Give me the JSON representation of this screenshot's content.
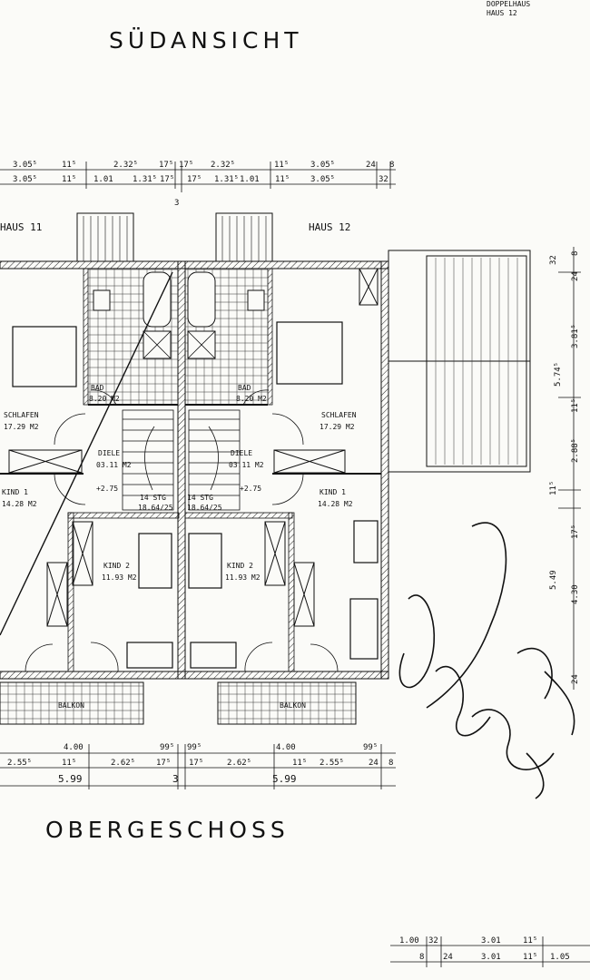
{
  "titles": {
    "elevation": "SÜDANSICHT",
    "floor": "OBERGESCHOSS"
  },
  "stamp": {
    "line1": "DOPPELHAUS",
    "line2": "HAUS 12"
  },
  "houses": {
    "left": "HAUS 11",
    "right": "HAUS 12"
  },
  "dims_top": {
    "row1": [
      "3.05⁵",
      "11⁵",
      "2.32⁵",
      "17⁵",
      "17⁵",
      "2.32⁵",
      "11⁵",
      "3.05⁵",
      "24",
      "8"
    ],
    "row2": [
      "3.05⁵",
      "11⁵",
      "1.01",
      "1.31⁵",
      "17⁵",
      "17⁵",
      "1.31⁵",
      "1.01",
      "11⁵",
      "3.05⁵",
      "32"
    ],
    "below": "3"
  },
  "dims_bottom": {
    "row1": [
      "4.00",
      "99⁵",
      "99⁵",
      "4.00",
      "99⁵"
    ],
    "row2": [
      "2.55⁵",
      "11⁵",
      "2.62⁵",
      "17⁵",
      "17⁵",
      "2.62⁵",
      "11⁵",
      "2.55⁵",
      "24",
      "8"
    ],
    "row3": [
      "5.99",
      "3",
      "5.99"
    ]
  },
  "dims_right": [
    "32",
    "24",
    "8",
    "5.74⁵",
    "3.81⁵",
    "11⁵",
    "2.88⁵",
    "11⁵",
    "17⁵",
    "5.49",
    "4.30",
    "24"
  ],
  "dims_lower": {
    "row1": [
      "1.00",
      "32",
      "3.01",
      "11⁵"
    ],
    "row2": [
      "8",
      "24",
      "3.01",
      "11⁵",
      "1.05"
    ]
  },
  "rooms": {
    "bad_l": {
      "name": "BAD",
      "area": "8.20 M2"
    },
    "bad_r": {
      "name": "BAD",
      "area": "8.20 M2"
    },
    "schlafen_l": {
      "name": "SCHLAFEN",
      "area": "17.29 M2"
    },
    "schlafen_r": {
      "name": "SCHLAFEN",
      "area": "17.29 M2"
    },
    "diele_l": {
      "name": "DIELE",
      "area": "03.11 M2"
    },
    "diele_r": {
      "name": "DIELE",
      "area": "03.11 M2"
    },
    "kind1_l": {
      "name": "KIND 1",
      "area": "14.28 M2"
    },
    "kind1_r": {
      "name": "KIND 1",
      "area": "14.28 M2"
    },
    "kind2_l": {
      "name": "KIND 2",
      "area": "11.93 M2"
    },
    "kind2_r": {
      "name": "KIND 2",
      "area": "11.93 M2"
    }
  },
  "stairs": {
    "left": {
      "steps": "14 STG",
      "ratio": "18.64/25"
    },
    "right": {
      "steps": "14 STG",
      "ratio": "18.64/25"
    }
  },
  "levels": {
    "left": "+2.75",
    "right": "+2.75"
  },
  "balcony": {
    "left": "BALKON",
    "right": "BALKON"
  }
}
